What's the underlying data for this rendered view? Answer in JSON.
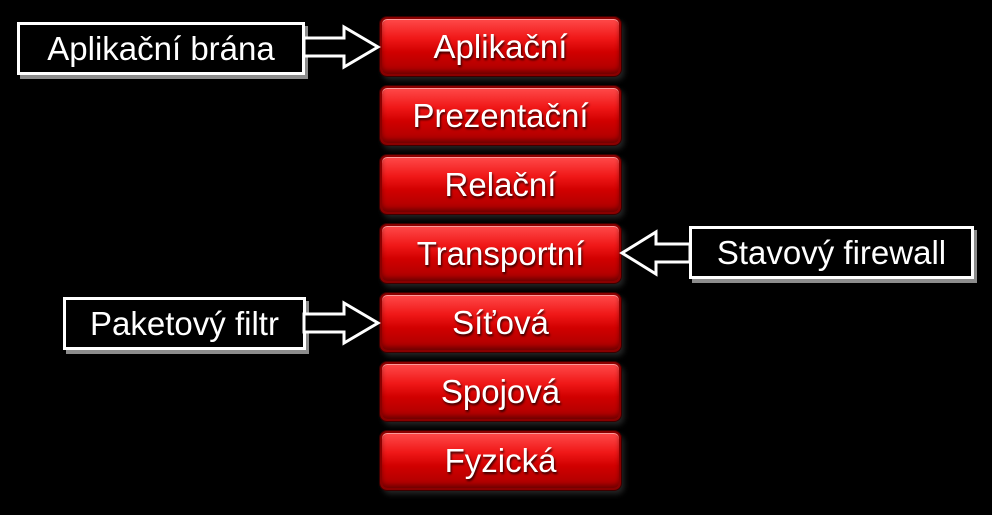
{
  "layers": [
    {
      "label": "Aplikační"
    },
    {
      "label": "Prezentační"
    },
    {
      "label": "Relační"
    },
    {
      "label": "Transportní"
    },
    {
      "label": "Síťová"
    },
    {
      "label": "Spojová"
    },
    {
      "label": "Fyzická"
    }
  ],
  "annotations": {
    "application_gateway": "Aplikační brána",
    "stateful_firewall": "Stavový firewall",
    "packet_filter": "Paketový filtr"
  },
  "colors": {
    "layer_fill": "#e00000",
    "background": "#000000",
    "label_border": "#ffffff"
  }
}
